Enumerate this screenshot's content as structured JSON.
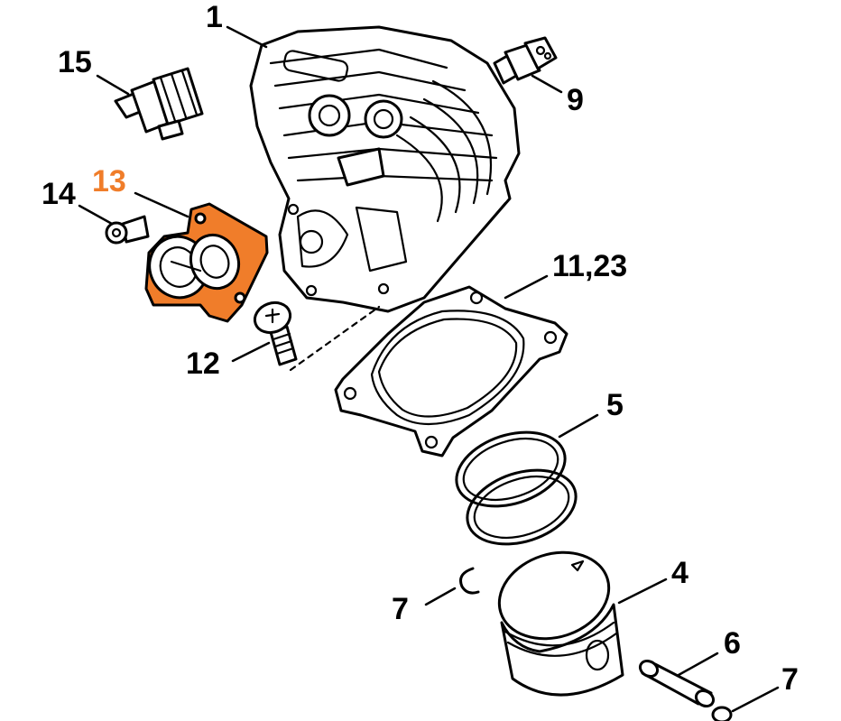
{
  "diagram": {
    "highlight_color": "#f07d2a",
    "line_color": "#000000",
    "background": "#ffffff",
    "callouts": [
      {
        "id": "c1",
        "label": "1",
        "part": "cylinder"
      },
      {
        "id": "c15",
        "label": "15",
        "part": "spark-plug"
      },
      {
        "id": "c9",
        "label": "9",
        "part": "decompression-valve"
      },
      {
        "id": "c13",
        "label": "13",
        "part": "intake-manifold",
        "highlighted": true
      },
      {
        "id": "c14",
        "label": "14",
        "part": "manifold-screw"
      },
      {
        "id": "c12",
        "label": "12",
        "part": "cylinder-screw"
      },
      {
        "id": "c1123",
        "label": "11,23",
        "part": "cylinder-gasket"
      },
      {
        "id": "c5",
        "label": "5",
        "part": "piston-rings"
      },
      {
        "id": "c7a",
        "label": "7",
        "part": "circlip-left"
      },
      {
        "id": "c4",
        "label": "4",
        "part": "piston"
      },
      {
        "id": "c6",
        "label": "6",
        "part": "piston-pin"
      },
      {
        "id": "c7b",
        "label": "7",
        "part": "circlip-right"
      }
    ]
  }
}
